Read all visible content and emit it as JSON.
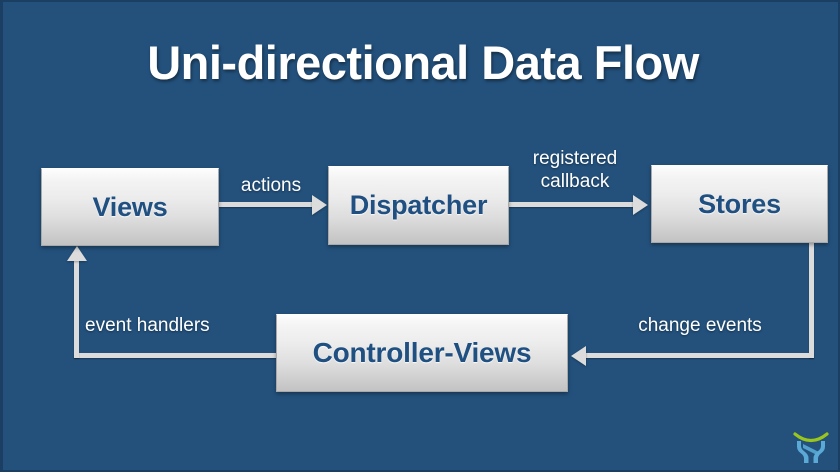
{
  "slide": {
    "title": "Uni-directional Data Flow",
    "background_color": "#23517c",
    "title_color": "#ffffff"
  },
  "diagram": {
    "type": "flow-diagram",
    "node_fill_top": "#fdfdfd",
    "node_fill_bottom": "#c3c3c3",
    "node_text_color": "#1f5081",
    "connector_color": "#dcdcdc",
    "nodes": [
      {
        "id": "views",
        "label": "Views"
      },
      {
        "id": "dispatcher",
        "label": "Dispatcher"
      },
      {
        "id": "stores",
        "label": "Stores"
      },
      {
        "id": "controller-views",
        "label": "Controller-Views"
      }
    ],
    "edges": [
      {
        "from": "views",
        "to": "dispatcher",
        "label": "actions",
        "direction": "right"
      },
      {
        "from": "dispatcher",
        "to": "stores",
        "label": "registered\ncallback",
        "direction": "right"
      },
      {
        "from": "stores",
        "to": "controller-views",
        "label": "change events",
        "direction": "down-left"
      },
      {
        "from": "controller-views",
        "to": "views",
        "label": "event handlers",
        "direction": "left-up"
      }
    ],
    "edge_labels": {
      "actions": "actions",
      "registered_callback_line1": "registered",
      "registered_callback_line2": "callback",
      "change_events": "change events",
      "event_handlers": "event handlers"
    }
  },
  "logo": {
    "name": "x-logo",
    "arc_color": "#9ac61c",
    "mark_color": "#5aa9d6"
  }
}
